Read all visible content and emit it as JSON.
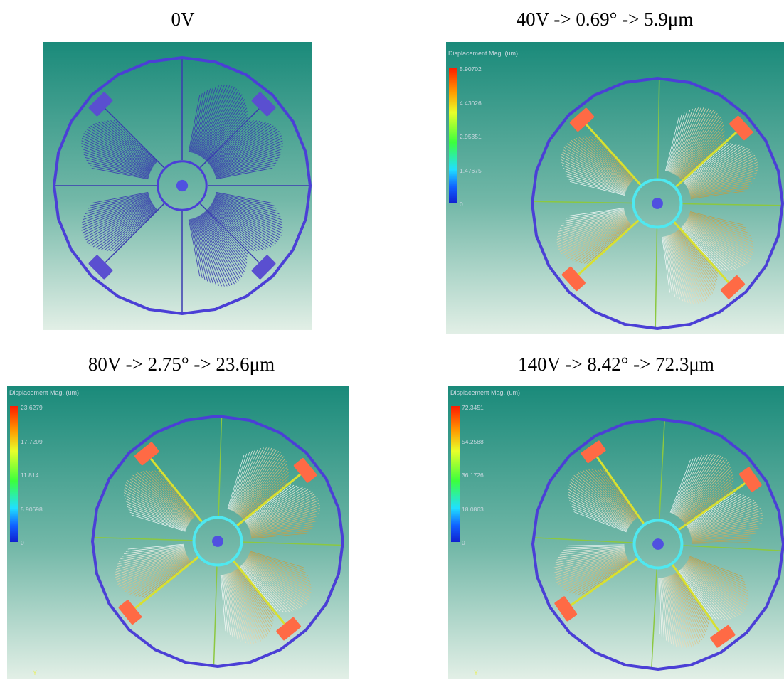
{
  "panels": [
    {
      "caption": "0V",
      "legend": null
    },
    {
      "caption": "40V -> 0.69° -> 5.9μm",
      "legend": {
        "title": "Displacement Mag. (um)",
        "ticks": [
          "5.90702",
          "4.43026",
          "2.95351",
          "1.47675",
          "0"
        ]
      }
    },
    {
      "caption": "80V -> 2.75° -> 23.6μm",
      "legend": {
        "title": "Displacement Mag. (um)",
        "ticks": [
          "23.6279",
          "17.7209",
          "11.814",
          "5.90698",
          "0"
        ]
      }
    },
    {
      "caption": "140V -> 8.42° -> 72.3μm",
      "legend": {
        "title": "Displacement Mag. (um)",
        "ticks": [
          "72.3451",
          "54.2588",
          "36.1726",
          "18.0863",
          "0"
        ]
      }
    }
  ],
  "colors": {
    "background_top": "#1a8a7a",
    "background_bottom": "#e2efe6",
    "ring": "#4b3fd6",
    "comb_unactuated": "#3a3ab0",
    "hub": "#5050e0",
    "inner_ring_actuated": "#4ee8f0",
    "pad_unactuated": "#5a4fd0",
    "pad_actuated": "#ff6a45"
  },
  "axis_indicator": "Y"
}
